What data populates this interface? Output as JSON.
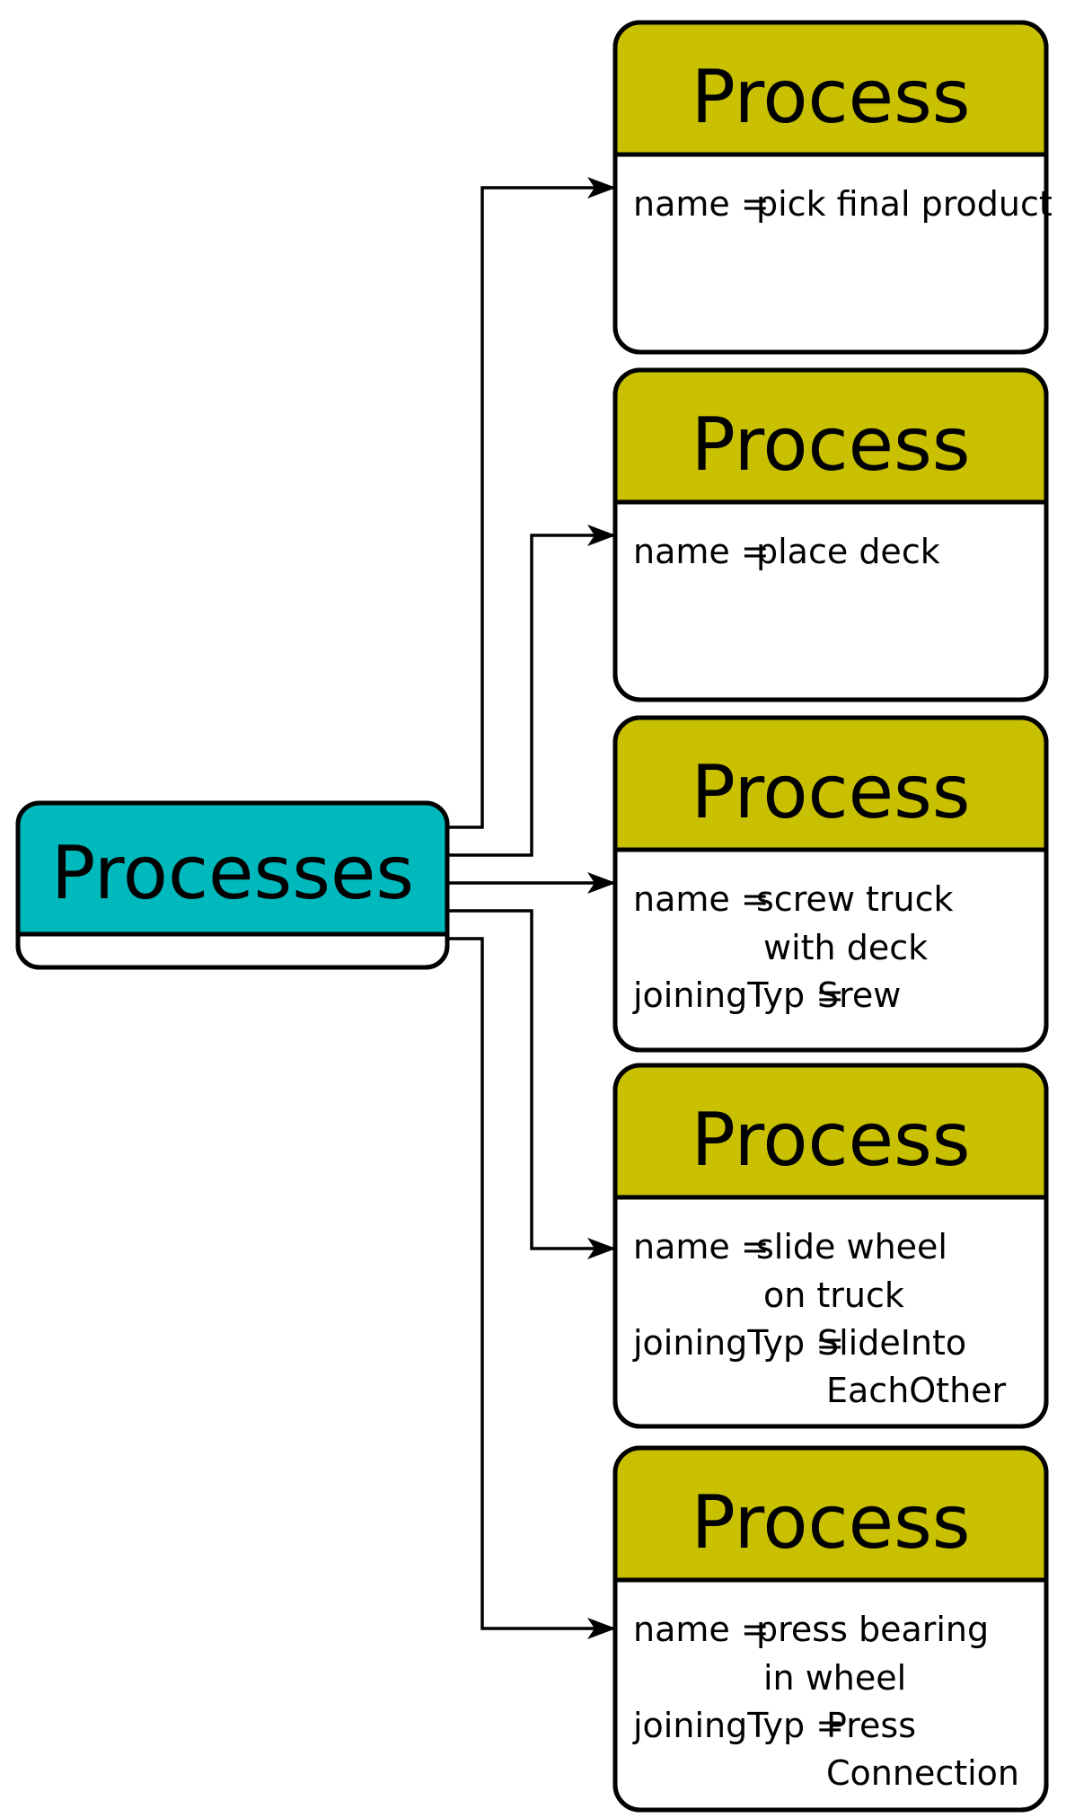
{
  "colors": {
    "parent_header": "#00B9BC",
    "child_header": "#C8C000",
    "outline": "#000000",
    "background": "#FFFFFF"
  },
  "parent": {
    "title": "Processes"
  },
  "processes": [
    {
      "title": "Process",
      "name_label": "name =",
      "name_lines": [
        "pick final product"
      ]
    },
    {
      "title": "Process",
      "name_label": "name =",
      "name_lines": [
        "place deck"
      ]
    },
    {
      "title": "Process",
      "name_label": "name =",
      "name_lines": [
        "screw truck",
        "with deck"
      ],
      "joining_label": "joiningTyp =",
      "joining_lines": [
        "Srew"
      ]
    },
    {
      "title": "Process",
      "name_label": "name =",
      "name_lines": [
        "slide wheel",
        "on truck"
      ],
      "joining_label": "joiningTyp =",
      "joining_lines": [
        "SlideInto",
        "EachOther"
      ]
    },
    {
      "title": "Process",
      "name_label": "name =",
      "name_lines": [
        "press bearing",
        "in wheel"
      ],
      "joining_label": "joiningTyp =",
      "joining_lines": [
        "Press",
        "Connection"
      ]
    }
  ]
}
